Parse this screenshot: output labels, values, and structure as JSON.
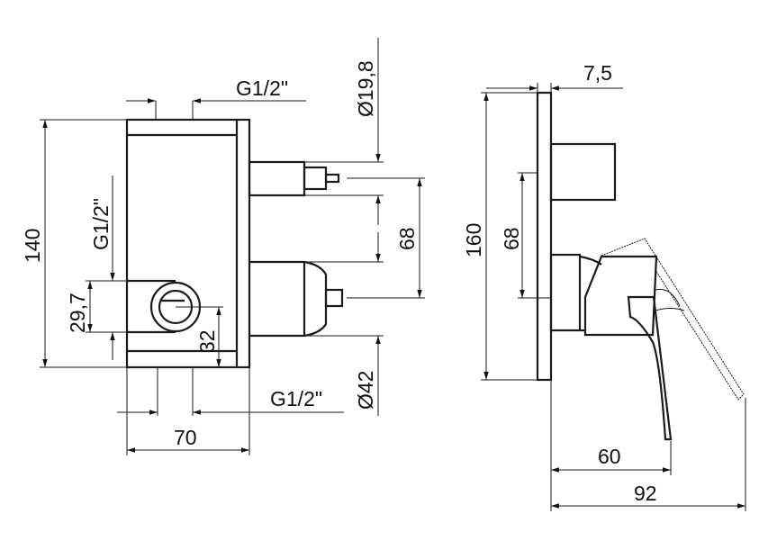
{
  "drawing": {
    "front_view": {
      "top_thread": "G1/2\"",
      "height": "140",
      "side_thread": "G1/2\"",
      "outlet_offset": "29,7",
      "outlet_height": "32",
      "upper_diameter": "Ø19,8",
      "axis_distance": "68",
      "lower_diameter": "Ø42",
      "bottom_thread": "G1/2\"",
      "width": "70"
    },
    "side_view": {
      "plate_thickness": "7,5",
      "plate_height": "160",
      "axis_distance": "68",
      "lever_depth": "60",
      "max_depth": "92"
    },
    "line_color": "#1a1a1a"
  }
}
